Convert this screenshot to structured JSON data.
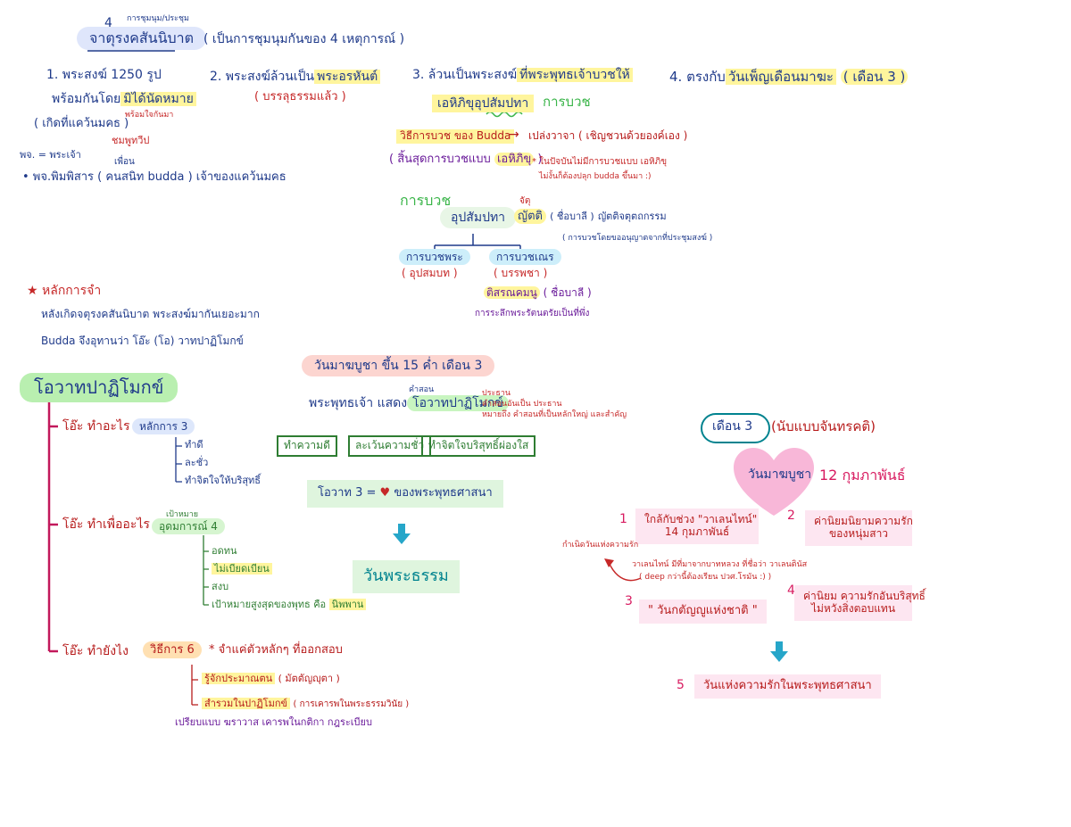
{
  "colors": {
    "navy": "#1f3a8a",
    "red": "#c62828",
    "purple": "#6a1b9a",
    "green": "#2e7d32",
    "teal": "#00838f",
    "pink": "#d81b60",
    "bracket_pink": "#c2185b",
    "arrow_blue": "#26a6c9"
  },
  "header": {
    "superscript_4": "4",
    "superscript_meeting": "การชุมนุม/ประชุม",
    "title": "จาตุรงคสันนิบาต",
    "subtitle": "( เป็นการชุมนุมกันของ 4 เหตุการณ์ )"
  },
  "events": {
    "e1": {
      "line1": "1. พระสงฆ์ 1250 รูป",
      "line2_prefix": "พร้อมกันโดย",
      "line2_highlight": "มิได้นัดหมาย",
      "note_red": "พร้อมใจกันมา",
      "line3": "( เกิดที่แคว้นมคธ )",
      "note_jambu": "ชมพูทวีป",
      "abbr": "พจ. = พระเจ้า",
      "friend": "เพื่อน",
      "bimbisara": "• พจ.พิมพิสาร ( คนสนิท budda ) เจ้าของแคว้นมคธ"
    },
    "e2": {
      "prefix": "2. พระสงฆ์ล้วนเป็น",
      "highlight": "พระอรหันต์",
      "note": "( บรรลุธรรมแล้ว )"
    },
    "e3": {
      "prefix": "3. ล้วนเป็นพระสงฆ์",
      "highlight": "ที่พระพุทธเจ้าบวชให้",
      "ehi": "เอหิภิขุอุปสัมปทา",
      "ordain": "การบวช",
      "budda_method": "วิธีการบวช ของ Budda",
      "arrow": "→",
      "utterance": "เปล่งวาจา ( เชิญชวนด้วยองค์เอง )",
      "ended_prefix": "( สิ้นสุดการบวชแบบ",
      "ended_hl": "เอหิภิขุ",
      "ended_suffix": ")",
      "note_line1": "* ในปัจบันไม่มีการบวชแบบ เอหิภิขุ",
      "note_line2": "ไม่งั้นก็ต้องปลุก budda ขึ้นมา :)"
    },
    "e4": {
      "prefix": "4. ตรงกับ",
      "highlight": "วันเพ็ญเดือนมาฆะ",
      "suffix_hl": "( เดือน 3 )"
    }
  },
  "ordination": {
    "label": "การบวช",
    "root": "อุปสัมปทา",
    "red_note": "จัตุ",
    "nyatti": "ญัตติ",
    "nyatti_short": "( ชื่อบาลี )",
    "nyatti_full": "ญัตติจตุตถกรรม",
    "nyatti_note": "( การบวชโดยขออนุญาตจากที่ประชุมสงฆ์ )",
    "monk": "การบวชพระ",
    "monk_sub": "( อุปสมบท )",
    "novice": "การบวชเณร",
    "novice_sub": "( บรรพชา )",
    "sarana": "ติสรณคมนู",
    "sarana_sub": "( ชื่อบาลี )",
    "refuge": "การระลึกพระรัตนตรัยเป็นที่พึ่ง"
  },
  "principle": {
    "star": "★",
    "title": "หลักการจำ",
    "line1": "หลังเกิดจตุรงคสันนิบาต พระสงฆ์มากันเยอะมาก",
    "line2": "Budda จึงอุทานว่า โอ๊ะ (โอ) วาทปาฏิโมกข์"
  },
  "ovada": {
    "title": "โอวาทปาฏิโมกข์",
    "b1": {
      "label": "โอ๊ะ ทำอะไร",
      "tag": "หลักการ 3",
      "items": [
        "ทำดี",
        "ละชั่ว",
        "ทำจิตใจให้บริสุทธิ์"
      ]
    },
    "b2": {
      "label": "โอ๊ะ ทำเพื่ออะไร",
      "tag_small": "เป้าหมาย",
      "tag": "อุดมการณ์ 4",
      "items": [
        "อดทน",
        "ไม่เบียดเบียน",
        "สงบ"
      ],
      "last_prefix": "เป้าหมายสูงสุดของพุทธ คือ",
      "last_hl": "นิพพาน"
    },
    "b3": {
      "label": "โอ๊ะ ทำยังไง",
      "tag": "วิธีการ 6",
      "note": "* จำแค่ตัวหลักๆ ที่ออกสอบ",
      "item1_hl": "รู้จักประมาณตน",
      "item1_note": "( มัตตัญญุตา )",
      "item2_hl": "สำรวมในปาฏิโมกข์",
      "item2_note": "( การเคารพในพระธรรมวินัย )",
      "compare": "เปรียบแบบ ฆราวาส  เคารพในกติกา กฎระเบียบ"
    }
  },
  "magha": {
    "header": "วันมาฆบูชา  ขึ้น 15 ค่ำ เดือน 3",
    "teach_small": "คำสอน",
    "teach_prefix": "พระพุทธเจ้า แสดง",
    "teach_hl": "โอวาทปาฏิโมกข์",
    "red_note1": "ประธาน",
    "red_note2": "คำสอนอันเป็น ประธาน",
    "red_note3": "หมายถึง คำสอนที่เป็นหลักใหญ่ และสำคัญ",
    "box1": "ทำความดี",
    "box2": "ละเว้นความชั่ว",
    "box3": "ทำจิตใจบริสุทธิ์ผ่องใส",
    "ovada3": "โอวาท 3  =",
    "heart_icon": "heart-icon",
    "ovada3_suffix": "ของพระพุทธศาสนา",
    "dharma_day": "วันพระธรรม"
  },
  "love": {
    "month_hl": "เดือน 3",
    "month_rest": "(นับแบบจันทรคติ)",
    "heart_label": "วันมาฆบูชา",
    "date": "12 กุมภาพันธ์",
    "n1": "1",
    "p1_line1": "ใกล้กับช่วง \"วาเลนไทน์\"",
    "p1_line2": "14 กุมภาพันธ์",
    "side_red": "กำเนิดวันแห่งความรัก",
    "red_line1": "วาเลนไทน์ มีที่มาจากบาทหลวง ที่ชื่อว่า วาเลนตินัส",
    "red_line2": "( deep กว่านี้ต้องเรียน ปวศ.โรมัน :) )",
    "n2": "2",
    "p2_line1": "ค่านิยมนิยามความรัก",
    "p2_line2": "ของหนุ่มสาว",
    "n3": "3",
    "p3": "\" วันกตัญญูแห่งชาติ \"",
    "n4": "4",
    "p4_line1": "ค่านิยม ความรักอันบริสุทธิ์",
    "p4_line2": "ไม่หวังสิ่งตอบแทน",
    "n5": "5",
    "p5": "วันแห่งความรักในพระพุทธศาสนา"
  }
}
